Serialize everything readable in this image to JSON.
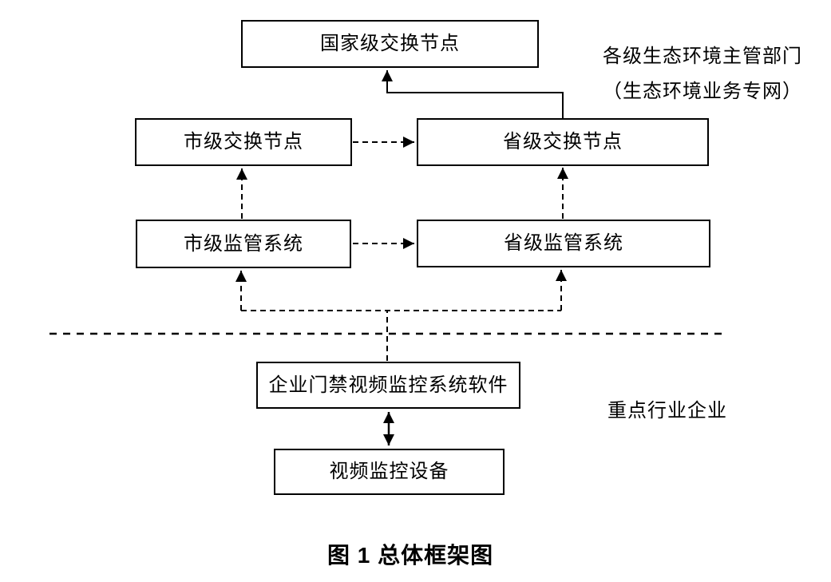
{
  "diagram": {
    "nodes": {
      "national_exchange": {
        "label": "国家级交换节点"
      },
      "city_exchange": {
        "label": "市级交换节点"
      },
      "provincial_exchange": {
        "label": "省级交换节点"
      },
      "city_supervision": {
        "label": "市级监管系统"
      },
      "provincial_supervision": {
        "label": "省级监管系统"
      },
      "enterprise_software": {
        "label": "企业门禁视频监控系统软件"
      },
      "video_device": {
        "label": "视频监控设备"
      }
    },
    "annotations": {
      "government_zone_line1": "各级生态环境主管部门",
      "government_zone_line2": "（生态环境业务专网）",
      "enterprise_zone": "重点行业企业"
    },
    "caption": "图 1 总体框架图",
    "colors": {
      "line": "#000000",
      "background": "#ffffff"
    }
  }
}
